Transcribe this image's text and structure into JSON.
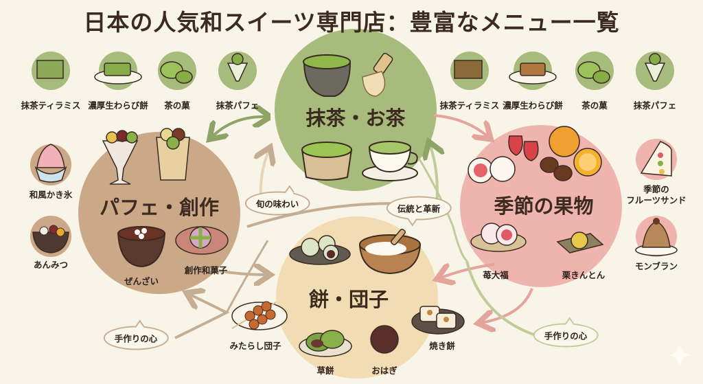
{
  "title": "日本の人気和スイーツ専門店：豊富なメニュー一覧",
  "colors": {
    "background": "#f8f4e8",
    "matcha_hub": "#a7bb7c",
    "parfait_hub": "#caa888",
    "fruit_hub": "#eeb4ad",
    "mochi_hub": "#f1dcb3",
    "green_arrow": "#8ea367",
    "pink_arrow": "#e4a39b",
    "brown_arrow": "#c4ad92",
    "title_text": "#3d2a1f"
  },
  "hubs": [
    {
      "id": "matcha",
      "label": "抹茶・お茶",
      "items": [
        "matcha-bowl",
        "chasen-whisk",
        "wooden-matcha-cup",
        "matcha-latte"
      ]
    },
    {
      "id": "parfait",
      "label": "パフェ・創作",
      "items": [
        "ぜんざい",
        "創作和菓子"
      ]
    },
    {
      "id": "fruit",
      "label": "季節の果物",
      "items": [
        "苺大福",
        "栗きんとん"
      ]
    },
    {
      "id": "mochi",
      "label": "餅・団子",
      "items": [
        "みたらし団子",
        "草餅",
        "おはぎ",
        "焼き餅"
      ]
    }
  ],
  "top_left_row": [
    "抹茶ティラミス",
    "濃厚生わらび餅",
    "茶の菓",
    "抹茶パフェ"
  ],
  "top_right_row": [
    "抹茶ティラミス",
    "濃厚生わらび餅",
    "茶の菓",
    "抹茶パフェ"
  ],
  "left_side": [
    "和風かき氷",
    "あんみつ"
  ],
  "right_side": [
    "季節の\nフルーツサンド",
    "モンブラン"
  ],
  "right_side_lines": [
    "季節の",
    "フルーツサンド",
    "モンブラン"
  ],
  "parfait_items": [
    "ぜんざい",
    "創作和菓子"
  ],
  "fruit_items": [
    "苺大福",
    "栗きんとん"
  ],
  "mochi_items": [
    "みたらし団子",
    "草餅",
    "おはぎ",
    "焼き餅"
  ],
  "bubbles": [
    "旬の味わい",
    "伝統と革新",
    "手作りの心",
    "手作りの心"
  ]
}
